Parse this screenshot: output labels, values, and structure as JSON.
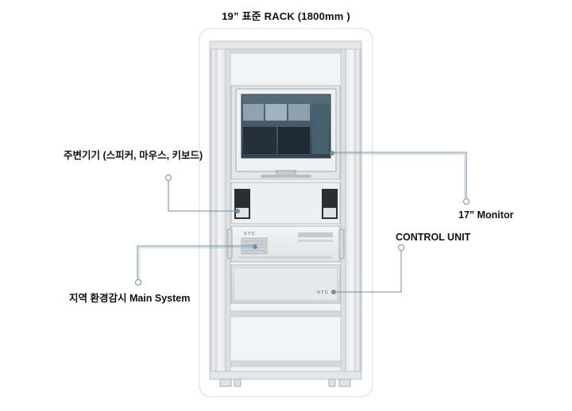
{
  "title": "19” 표준 RACK (1800mm )",
  "labels": {
    "peripherals": "주변기기 (스피커, 마우스, 키보드)",
    "monitor": "17” Monitor",
    "control_unit": "CONTROL UNIT",
    "main_system": "지역 환경감시 Main System"
  },
  "panel_brand": "S T C",
  "colors": {
    "leader_line": "#6f8ea8",
    "rack_frame": "#c9cdd2",
    "screen": "#3d5566"
  },
  "icons": [
    "rack-cabinet",
    "monitor-icon",
    "speaker-icon",
    "control-unit-icon",
    "main-system-icon"
  ]
}
